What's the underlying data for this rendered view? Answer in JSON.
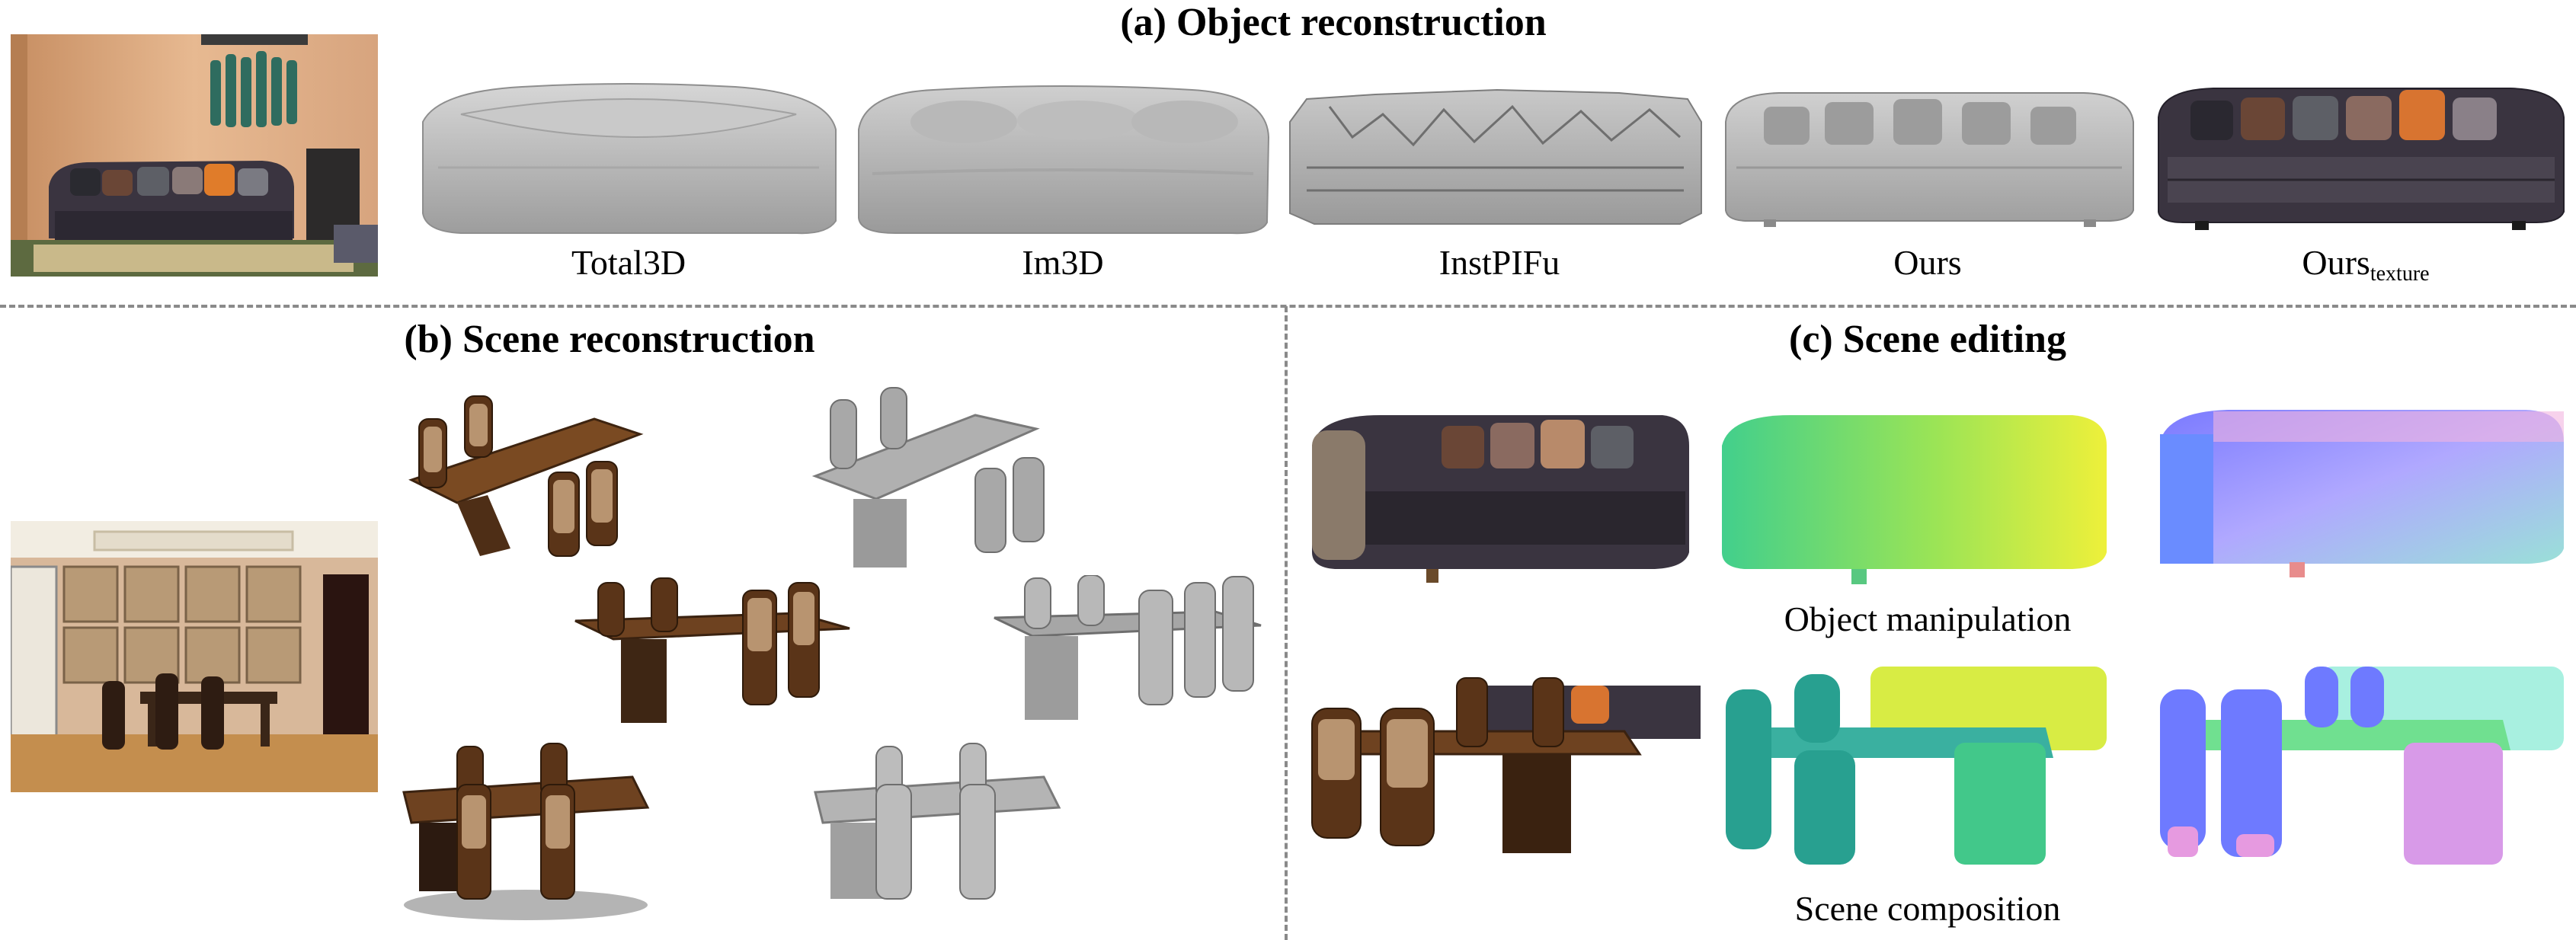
{
  "panel_a": {
    "title": "(a) Object reconstruction",
    "labels": [
      "Total3D",
      "Im3D",
      "InstPIFu",
      "Ours"
    ],
    "texture_label": {
      "base": "Ours",
      "sub": "texture"
    }
  },
  "panel_b": {
    "title": "(b) Scene reconstruction"
  },
  "panel_c": {
    "title": "(c) Scene editing",
    "manipulation_label": "Object manipulation",
    "composition_label": "Scene composition"
  },
  "colors": {
    "divider": "#8a8a8a",
    "mesh_gray": "#b4b4b4",
    "wall_peach": "#e3b48e",
    "sofa_dark": "#3a3440",
    "wood_brown": "#6b4022",
    "depth_green": "#4cd18a",
    "depth_yellow": "#e8ef3c",
    "normal_blue": "#7f8cff",
    "normal_pink": "#ff9ce0"
  }
}
